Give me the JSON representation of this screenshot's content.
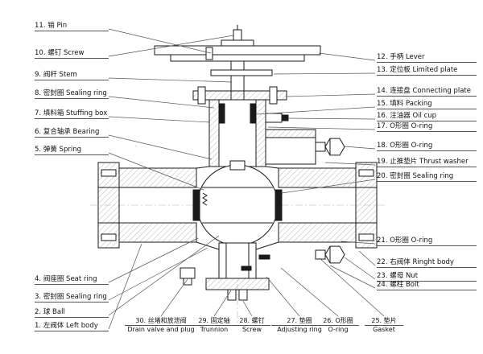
{
  "page": {
    "background": "#ffffff",
    "line_color": "#1a1a1a",
    "leader_color": "#555555"
  },
  "labels_left": [
    {
      "num": "11.",
      "zh": "销",
      "en": "Pin"
    },
    {
      "num": "10.",
      "zh": "螺钉",
      "en": "Screw"
    },
    {
      "num": "9.",
      "zh": "阀杆",
      "en": "Stem"
    },
    {
      "num": "8.",
      "zh": "密封圈",
      "en": "Sealing ring"
    },
    {
      "num": "7.",
      "zh": "填料箱",
      "en": "Stuffing box"
    },
    {
      "num": "6.",
      "zh": "复合轴承",
      "en": "Bearing"
    },
    {
      "num": "5.",
      "zh": "弹簧",
      "en": "Spring"
    },
    {
      "num": "4.",
      "zh": "阀座圈",
      "en": "Seat ring"
    },
    {
      "num": "3.",
      "zh": "密封圈",
      "en": "Sealing ring"
    },
    {
      "num": "2.",
      "zh": "球",
      "en": "Ball"
    },
    {
      "num": "1.",
      "zh": "左阀体",
      "en": "Left body"
    }
  ],
  "labels_right": [
    {
      "num": "12.",
      "zh": "手柄",
      "en": "Lever"
    },
    {
      "num": "13.",
      "zh": "定位板",
      "en": "Limited plate"
    },
    {
      "num": "14.",
      "zh": "连接盘",
      "en": "Connecting plate"
    },
    {
      "num": "15.",
      "zh": "填料",
      "en": "Packing"
    },
    {
      "num": "16.",
      "zh": "注油器",
      "en": "Oil cup"
    },
    {
      "num": "17.",
      "zh": "O形圈",
      "en": "O-ring"
    },
    {
      "num": "18.",
      "zh": "O形圈",
      "en": "O-ring"
    },
    {
      "num": "19.",
      "zh": "止推垫片",
      "en": "Thrust washer"
    },
    {
      "num": "20.",
      "zh": "密封圈",
      "en": "Sealing ring"
    },
    {
      "num": "21.",
      "zh": "O形圈",
      "en": "O-ring"
    },
    {
      "num": "22.",
      "zh": "右阀体",
      "en": "Ringht body"
    },
    {
      "num": "23.",
      "zh": "螺母",
      "en": "Nut"
    },
    {
      "num": "24.",
      "zh": "螺柱",
      "en": "Bolt"
    }
  ],
  "labels_bottom": [
    {
      "num": "30.",
      "zh": "丝堵和放泄阀",
      "en": "Drain valve and plug"
    },
    {
      "num": "29.",
      "zh": "固定轴",
      "en": "Trunnion"
    },
    {
      "num": "28.",
      "zh": "螺钉",
      "en": "Screw"
    },
    {
      "num": "27.",
      "zh": "垫圈",
      "en": "Adjusting ring"
    },
    {
      "num": "26.",
      "zh": "O形圈",
      "en": "O-ring"
    },
    {
      "num": "25.",
      "zh": "垫片",
      "en": "Gasket"
    }
  ]
}
